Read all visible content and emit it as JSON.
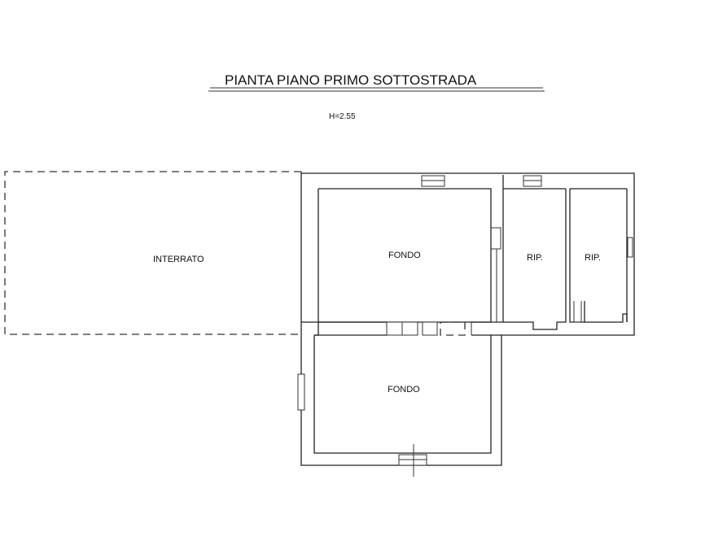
{
  "title": "PIANTA PIANO PRIMO SOTTOSTRADA",
  "height_note": "H=2.55",
  "rooms": {
    "interrato": "INTERRATO",
    "fondo_upper": "FONDO",
    "rip_1": "RIP.",
    "rip_2": "RIP.",
    "fondo_lower": "FONDO"
  },
  "colors": {
    "line": "#222222",
    "background": "#ffffff"
  }
}
